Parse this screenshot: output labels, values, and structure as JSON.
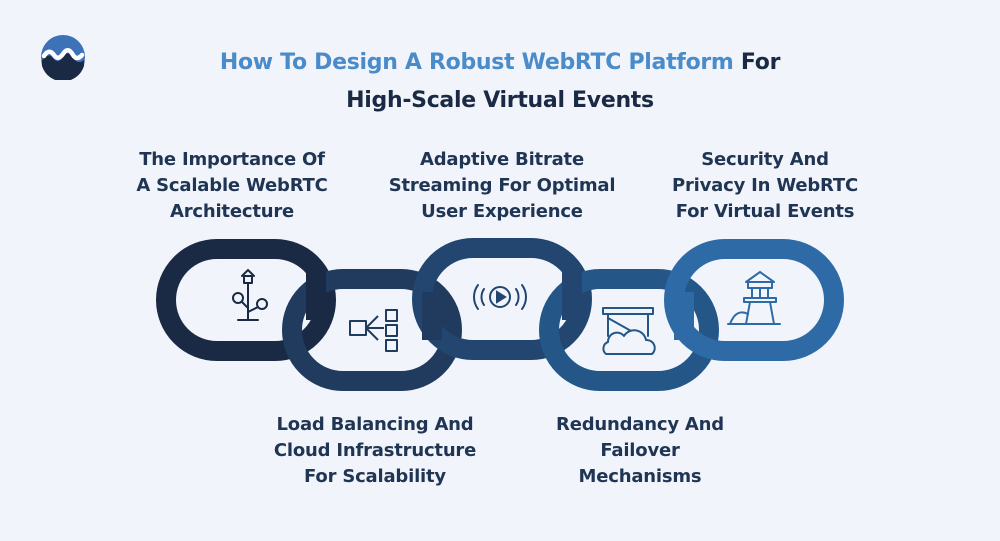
{
  "header": {
    "title_accent": "How To Design A Robust WebRTC Platform",
    "title_dark_1": " For",
    "title_dark_2": "High-Scale Virtual Events"
  },
  "steps": [
    {
      "line1": "The Importance Of",
      "line2": "A Scalable WebRTC",
      "line3": "Architecture",
      "icon": "tree-growth-icon"
    },
    {
      "line1": "Load Balancing And",
      "line2": "Cloud Infrastructure",
      "line3": "For Scalability",
      "icon": "distribution-network-icon"
    },
    {
      "line1": "Adaptive Bitrate",
      "line2": "Streaming For Optimal",
      "line3": "User Experience",
      "icon": "streaming-play-icon"
    },
    {
      "line1": "Redundancy And",
      "line2": "Failover",
      "line3": "Mechanisms",
      "icon": "cloud-backup-icon"
    },
    {
      "line1": "Security And",
      "line2": "Privacy In WebRTC",
      "line3": "For Virtual Events",
      "icon": "watchtower-icon"
    }
  ],
  "colors": {
    "background": "#f1f5fb",
    "accent": "#4a8bc9",
    "text_dark": "#1f3553",
    "link_1": "#1b2a44",
    "link_2": "#203b5e",
    "link_3": "#22466f",
    "link_4": "#245787",
    "link_5": "#2e6aa5"
  }
}
